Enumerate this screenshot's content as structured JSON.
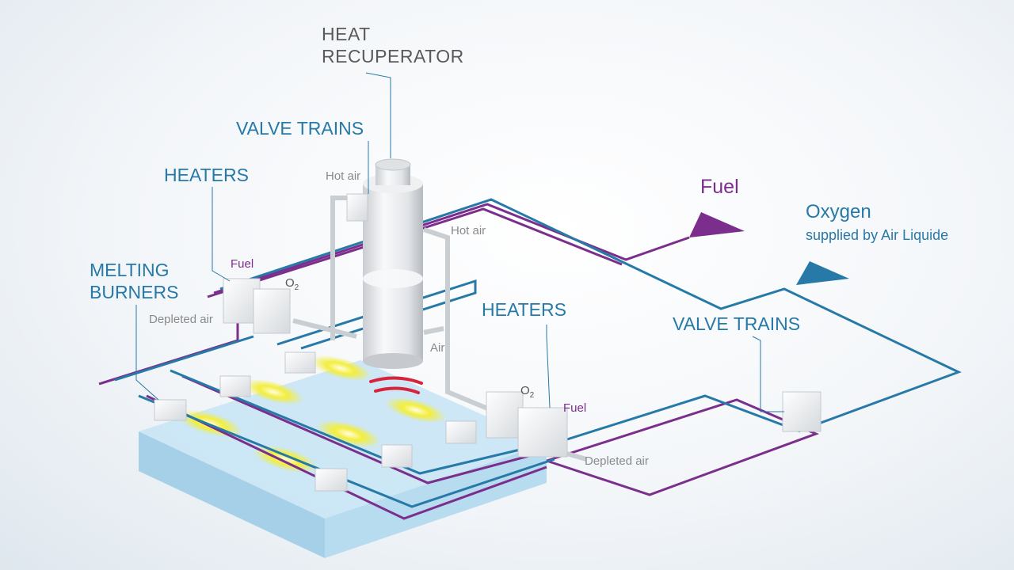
{
  "labels": {
    "heat_recuperator_1": "HEAT",
    "heat_recuperator_2": "RECUPERATOR",
    "valve_trains_top": "VALVE TRAINS",
    "heaters_left": "HEATERS",
    "melting_burners_1": "MELTING",
    "melting_burners_2": "BURNERS",
    "heaters_right": "HEATERS",
    "valve_trains_right": "VALVE TRAINS",
    "fuel_main": "Fuel",
    "oxygen_main": "Oxygen",
    "oxygen_sub": "supplied by Air Liquide",
    "hot_air_left": "Hot air",
    "hot_air_right": "Hot air",
    "fuel_left": "Fuel",
    "o2_left": "O",
    "o2_left_sub": "2",
    "depleted_air_left": "Depleted air",
    "air": "Air",
    "o2_right": "O",
    "o2_right_sub": "2",
    "fuel_right": "Fuel",
    "depleted_air_right": "Depleted air"
  },
  "colors": {
    "fuel": "#7b2e8b",
    "oxygen": "#2779a8",
    "hot_air_red": "#d8243a",
    "glass_bath": "#bfe0f2",
    "flame": "#f0ea3a"
  }
}
